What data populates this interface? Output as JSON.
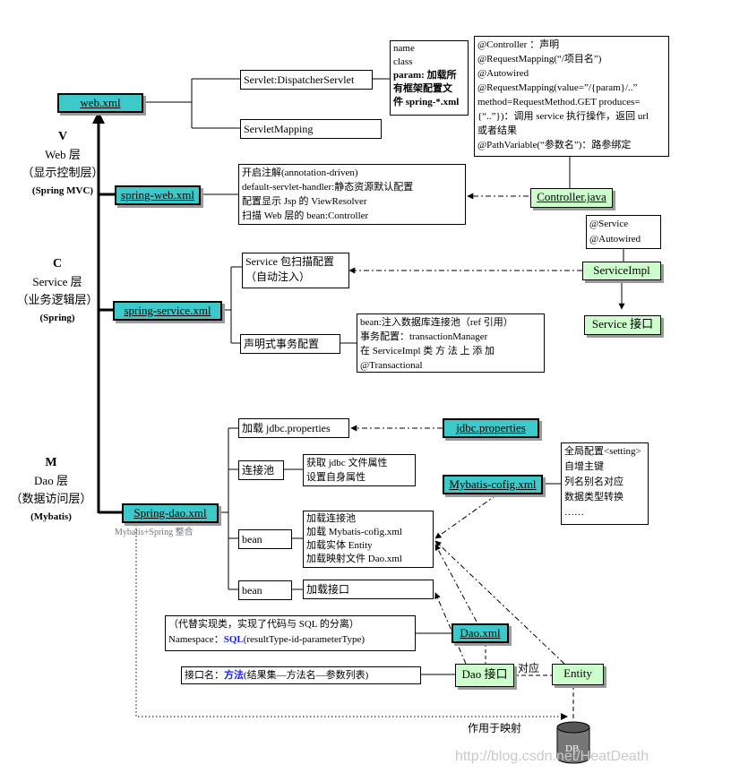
{
  "layers": {
    "web": {
      "letter": "V",
      "name": "Web 层",
      "desc": "（显示控制层）",
      "framework": "(Spring MVC)"
    },
    "service": {
      "letter": "C",
      "name": "Service 层",
      "desc": "（业务逻辑层）",
      "framework": "(Spring)"
    },
    "dao": {
      "letter": "M",
      "name": "Dao 层",
      "desc": "（数据访问层）",
      "framework": "(Mybatis)"
    }
  },
  "config_files": {
    "web_xml": "web.xml",
    "spring_web_xml": "spring-web.xml",
    "spring_service_xml": "spring-service.xml",
    "spring_dao_xml": "Spring-dao.xml",
    "spring_dao_caption": "Mybatis+Spring 整合"
  },
  "web_xml_nodes": {
    "dispatcher": "Servlet:DispatcherServlet",
    "mapping": "ServletMapping",
    "param_lines": [
      "name",
      "class",
      "param: 加载所",
      "有框架配置文",
      "件 spring-*.xml"
    ]
  },
  "controller_annotations": [
    "@Controller ：声明",
    "@RequestMapping(“/项目名”)",
    "@Autowired",
    "@RequestMapping(value=”/{param}/..”",
    "method=RequestMethod.GET      produces=",
    "{“..”})：调用 service 执行操作，返回 url",
    "或者结果",
    "@PathVariable(“参数名”)：路参绑定"
  ],
  "spring_web_config": [
    "开启注解(annotation-driven)",
    "default-servlet-handler:静态资源默认配置",
    "配置显示 Jsp 的 ViewResolver",
    "扫描 Web 层的 bean:Controller"
  ],
  "controller_java": "Controller.java",
  "serviceimpl_annotations": [
    "@Service",
    "@Autowired"
  ],
  "service_impl": "ServiceImpl",
  "service_interface": "Service 接口",
  "service_scan": [
    "Service 包扫描配置",
    "（自动注入）"
  ],
  "transaction": "声明式事务配置",
  "transaction_detail": [
    "bean:注入数据库连接池（ref 引用）",
    "事务配置：transactionManager",
    "在    ServiceImpl  类 方 法 上 添 加",
    "@Transactional"
  ],
  "dao_nodes": {
    "load_jdbc": "加载 jdbc.properties",
    "jdbc_properties": "jdbc.properties",
    "pool": "连接池",
    "pool_detail": [
      "获取 jdbc 文件属性",
      "设置自身属性"
    ],
    "mybatis_config": "Mybatis-cofig.xml",
    "mybatis_detail": [
      "全局配置<setting>",
      "自增主键",
      "列名别名对应",
      "数据类型转换",
      "……"
    ],
    "bean1": "bean",
    "bean1_detail": [
      "加载连接池",
      "加载 Mybatis-cofig.xml",
      "加载实体 Entity",
      "加载映射文件 Dao.xml"
    ],
    "bean2": "bean",
    "bean2_detail": "加载接口",
    "dao_xml_note_1": "（代替实现类，实现了代码与 SQL 的分离）",
    "dao_xml_note_2_prefix": "Namespace：",
    "dao_xml_note_2_bold": "SQL",
    "dao_xml_note_2_suffix": "(resultType-id-parameterType)",
    "dao_xml": "Dao.xml",
    "dao_interface_note_prefix": "接口名：",
    "dao_interface_note_bold": "方法",
    "dao_interface_note_suffix": "(结果集—方法名—参数列表)",
    "dao_interface": "Dao 接口",
    "correspond": "对应",
    "entity": "Entity",
    "maps_to": "作用于映射",
    "db": "DB"
  },
  "watermark": "http://blog.csdn.net/HeatDeath"
}
